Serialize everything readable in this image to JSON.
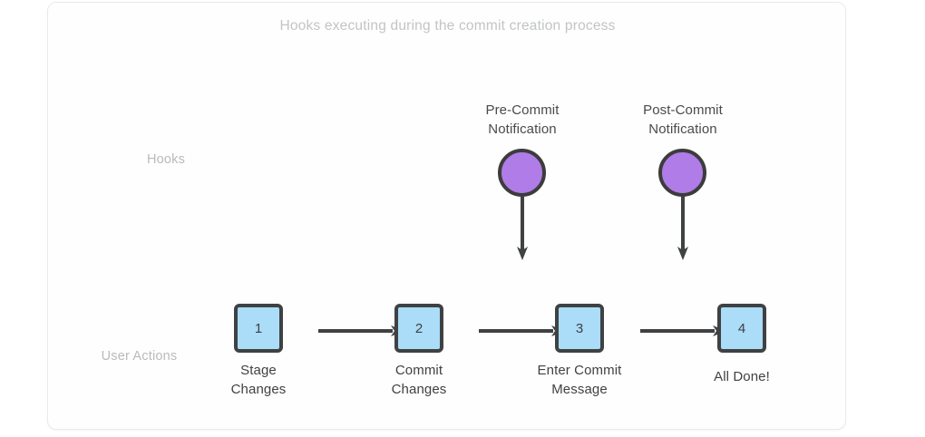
{
  "diagram": {
    "title": "Hooks executing during the commit creation process",
    "rows": [
      {
        "label": "Hooks"
      },
      {
        "label": "User Actions"
      }
    ],
    "colors": {
      "hook_fill": "#b07ce8",
      "step_fill": "#abdcf8",
      "stroke": "#3f4143",
      "title_text": "#c2c4c6",
      "row_label_text": "#b8babc",
      "body_text": "#3f4143",
      "card_background": "#fefefe"
    },
    "hooks": [
      {
        "label_line1": "Pre-Commit",
        "label_line2": "Notification"
      },
      {
        "label_line1": "Post-Commit",
        "label_line2": "Notification"
      }
    ],
    "steps": [
      {
        "number": "1",
        "caption_line1": "Stage",
        "caption_line2": "Changes"
      },
      {
        "number": "2",
        "caption_line1": "Commit",
        "caption_line2": "Changes"
      },
      {
        "number": "3",
        "caption_line1": "Enter Commit",
        "caption_line2": "Message"
      },
      {
        "number": "4",
        "caption_line1": "All Done!",
        "caption_line2": ""
      }
    ]
  }
}
